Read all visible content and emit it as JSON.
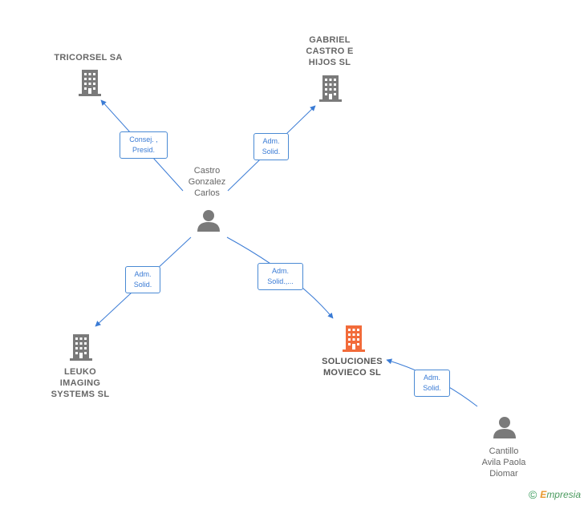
{
  "nodes": {
    "tricorsel": {
      "name": "TRICORSEL SA"
    },
    "gabriel": {
      "name": "GABRIEL\nCASTRO E\nHIJOS  SL"
    },
    "leuko": {
      "name": "LEUKO\nIMAGING\nSYSTEMS  SL"
    },
    "soluciones": {
      "name": "SOLUCIONES\nMOVIECO  SL"
    },
    "castro": {
      "name": "Castro\nGonzalez\nCarlos"
    },
    "cantillo": {
      "name": "Cantillo\nAvila Paola\nDiomar"
    }
  },
  "edges": {
    "castro_tricorsel": {
      "label": "Consej. ,\nPresid."
    },
    "castro_gabriel": {
      "label": "Adm.\nSolid."
    },
    "castro_leuko": {
      "label": "Adm.\nSolid."
    },
    "castro_soluciones": {
      "label": "Adm.\nSolid.,..."
    },
    "cantillo_soluciones": {
      "label": "Adm.\nSolid."
    }
  },
  "colors": {
    "edge": "#3a7bd5",
    "company": "#7a7a7a",
    "highlight": "#f26b3a",
    "person": "#7a7a7a"
  },
  "icons": {
    "company": "building-icon",
    "person": "person-icon"
  },
  "brand": {
    "symbol": "©",
    "first": "E",
    "rest": "mpresia"
  }
}
